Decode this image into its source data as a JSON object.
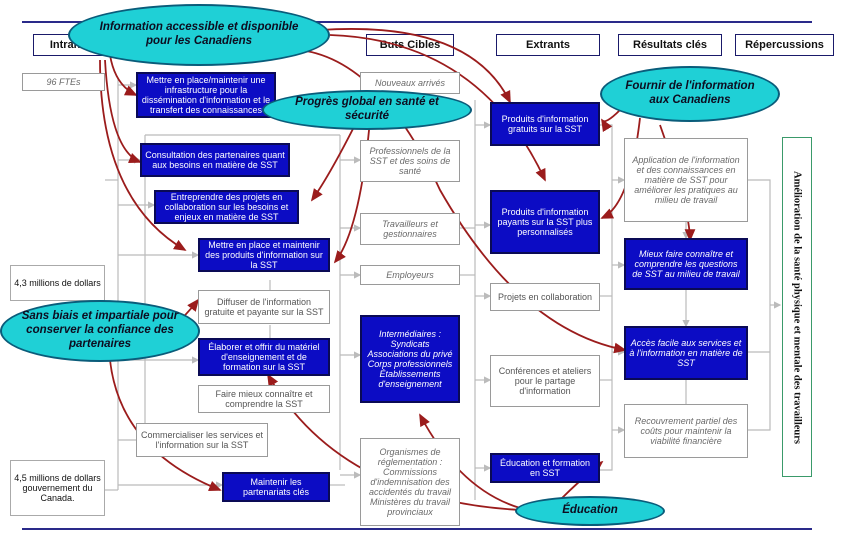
{
  "headers": {
    "intrants": "Intrants",
    "buts_cibles": "Buts Cibles",
    "extrants": "Extrants",
    "resultats": "Résultats clés",
    "repercussions": "Répercussions"
  },
  "inputs": {
    "ftes": "96 FTEs",
    "dollars_1": "4,3 millions de dollars",
    "dollars_2": "4,5 millions de dollars gouvernement du Canada."
  },
  "activities": [
    "Mettre en place/maintenir une infrastructure pour la dissémination d'information et le transfert des connaissances",
    "Consultation des partenaires quant aux besoins en matière de SST",
    "Entreprendre des projets en collaboration sur les besoins et enjeux en matière de SST",
    "Mettre en place et maintenir des produits d'information sur la SST",
    "Diffuser de l'information gratuite et payante sur la SST",
    "Élaborer et offrir du matériel d'enseignement et de formation sur la SST",
    "Faire mieux connaître et comprendre la SST",
    "Commercialiser les services et l'information sur la SST",
    "Maintenir les partenariats clés"
  ],
  "targets": {
    "nouveaux": "Nouveaux arrivés",
    "professionnels": "Professionnels de la SST et des soins de santé",
    "travailleurs": "Travailleurs et gestionnaires",
    "employeurs": "Employeurs",
    "intermediaires": "Intermédiaires : Syndicats Associations du privé Corps professionnels Établissements d'enseignement",
    "organismes": "Organismes de réglementation : Commissions d'indemnisation des accidentés du travail Ministères du travail provinciaux"
  },
  "outputs": {
    "gratuits": "Produits d'information gratuits sur la SST",
    "payants": "Produits d'information payants sur la SST plus personnalisés",
    "projets": "Projets en collaboration",
    "conferences": "Conférences et ateliers pour le partage d'information",
    "education": "Éducation et formation en SST"
  },
  "results": {
    "application": "Application de l'information et des connaissances en matière de SST pour améliorer les pratiques au milieu de travail",
    "mieux": "Mieux faire connaître et comprendre les questions de SST au milieu de travail",
    "acces": "Accès facile aux services et à l'information en matière de SST",
    "recouvrement": "Recouvrement partiel des coûts pour maintenir la viabilité financière"
  },
  "repercussion": "Amélioration de la santé physique et mentale des travailleurs",
  "callouts": {
    "accessible": "Information accessible et disponible pour les Canadiens",
    "progres": "Progrès global en santé et sécurité",
    "fournir": "Fournir de l'information aux Canadiens",
    "sans_biais": "Sans biais et impartiale pour conserver la confiance des partenaires",
    "education": "Éducation"
  },
  "colors": {
    "activity": "#0c0cc4",
    "callout": "#1fd0d6",
    "arrow": "#9b1c1c",
    "line": "#2a2a8a"
  }
}
